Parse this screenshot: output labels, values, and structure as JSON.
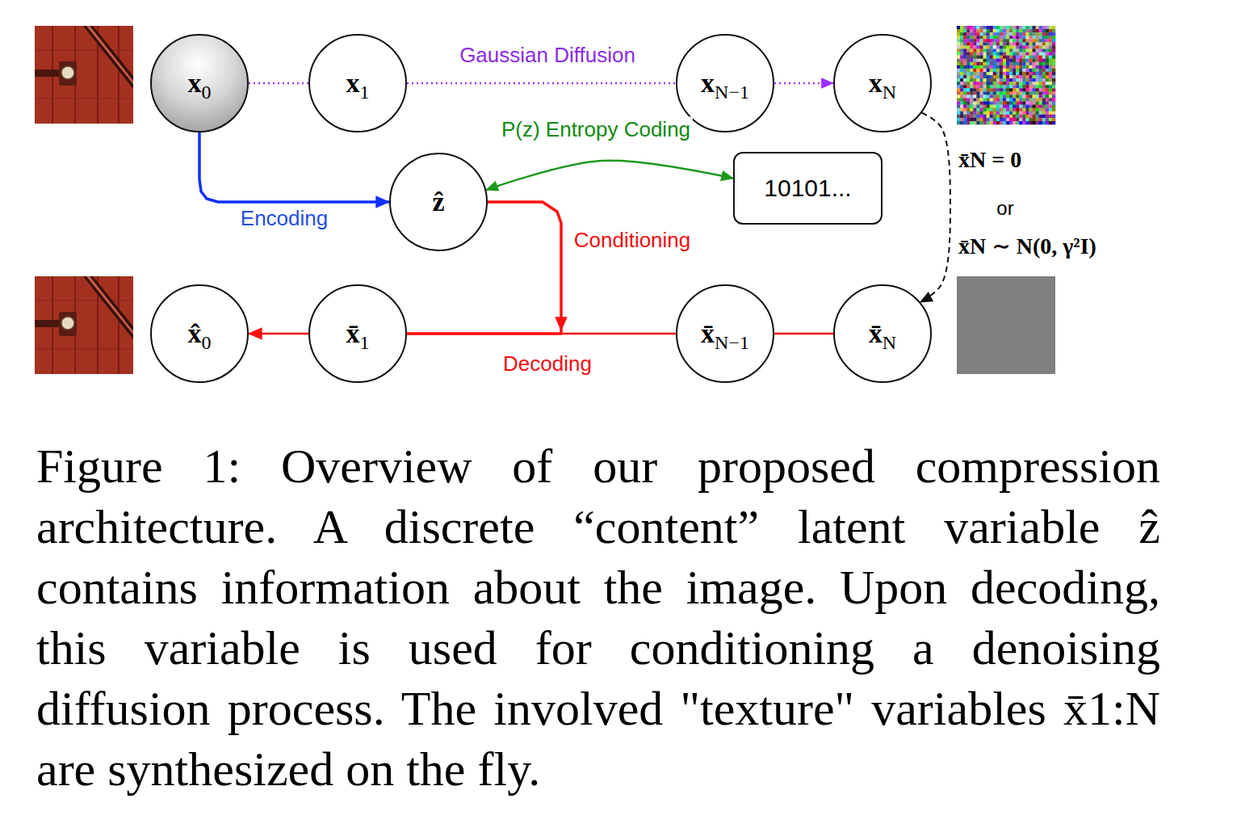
{
  "diagram": {
    "caption": "Figure 1: Overview of our proposed compression architecture. A discrete “content” latent variable ẑ contains information about the image. Upon decoding, this variable is used for conditioning a denoising diffusion process. The involved \"texture\" variables x̄1:N are synthesized on the fly.",
    "nodes": [
      {
        "text": [
          "x0"
        ]
      },
      {
        "text": [
          "x1"
        ]
      },
      {
        "text": [
          "xN−1"
        ]
      },
      {
        "text": [
          "xN"
        ]
      },
      {
        "text": [
          "ẑ"
        ]
      },
      {
        "text": [
          "10101..."
        ]
      },
      {
        "text": [
          "x̂0"
        ]
      },
      {
        "text": [
          "x̄1"
        ]
      },
      {
        "text": [
          "x̄N−1"
        ]
      },
      {
        "text": [
          "x̄N"
        ]
      }
    ],
    "edges": [
      {
        "from": 0,
        "to": 1,
        "arrow": "none"
      },
      {
        "from": 1,
        "to": 2,
        "arrow": "none",
        "label": "Gaussian Diffusion"
      },
      {
        "from": 2,
        "to": 3,
        "arrow": "to"
      },
      {
        "from": 0,
        "to": 4,
        "arrow": "to",
        "label": "Encoding"
      },
      {
        "from": 4,
        "to": 5,
        "arrow": "both",
        "label": "P(z) Entropy Coding"
      },
      {
        "from": 4,
        "to": 7,
        "arrow": "to",
        "label": "Conditioning"
      },
      {
        "from": 3,
        "to": 9,
        "arrow": "to"
      },
      {
        "from": 9,
        "to": 8,
        "arrow": "none"
      },
      {
        "from": 8,
        "to": 7,
        "arrow": "none",
        "label": "Decoding"
      },
      {
        "from": 7,
        "to": 6,
        "arrow": "to"
      }
    ],
    "labels": [
      "x̄N = 0",
      "or",
      "x̄N ∼ N(0, γ²I)"
    ]
  }
}
